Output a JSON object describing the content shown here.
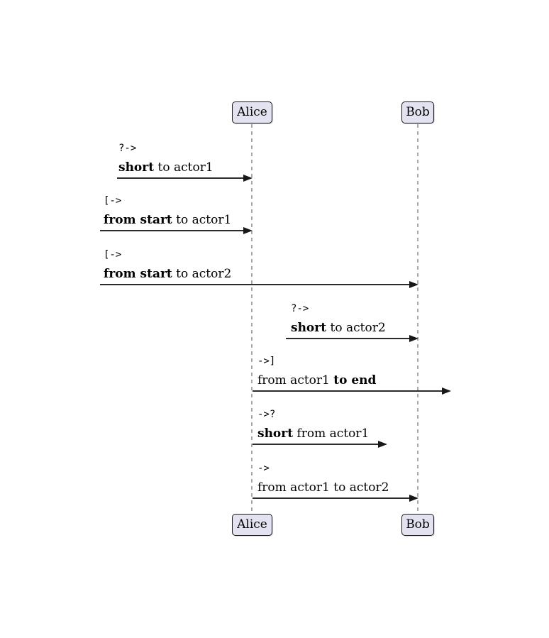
{
  "diagram": {
    "type": "sequence-diagram",
    "colors": {
      "actor_fill": "#E2E2F0",
      "actor_border": "#181818",
      "lifeline": "#A8A8A8",
      "arrow": "#181818",
      "text": "#000000"
    },
    "actors": {
      "alice": "Alice",
      "bob": "Bob"
    },
    "messages": [
      {
        "operator": "?->",
        "parts": [
          {
            "text": "short",
            "bold": true
          },
          {
            "text": " to actor1",
            "bold": false
          }
        ]
      },
      {
        "operator": "[->",
        "parts": [
          {
            "text": "from start",
            "bold": true
          },
          {
            "text": " to actor1",
            "bold": false
          }
        ]
      },
      {
        "operator": "[->",
        "parts": [
          {
            "text": "from start",
            "bold": true
          },
          {
            "text": " to actor2",
            "bold": false
          }
        ]
      },
      {
        "operator": "?->",
        "parts": [
          {
            "text": "short",
            "bold": true
          },
          {
            "text": " to actor2",
            "bold": false
          }
        ]
      },
      {
        "operator": "->]",
        "parts": [
          {
            "text": "from actor1 ",
            "bold": false
          },
          {
            "text": "to end",
            "bold": true
          }
        ]
      },
      {
        "operator": "->?",
        "parts": [
          {
            "text": "short",
            "bold": true
          },
          {
            "text": " from actor1",
            "bold": false
          }
        ]
      },
      {
        "operator": "->",
        "parts": [
          {
            "text": "from actor1 to actor2",
            "bold": false
          }
        ]
      }
    ]
  }
}
